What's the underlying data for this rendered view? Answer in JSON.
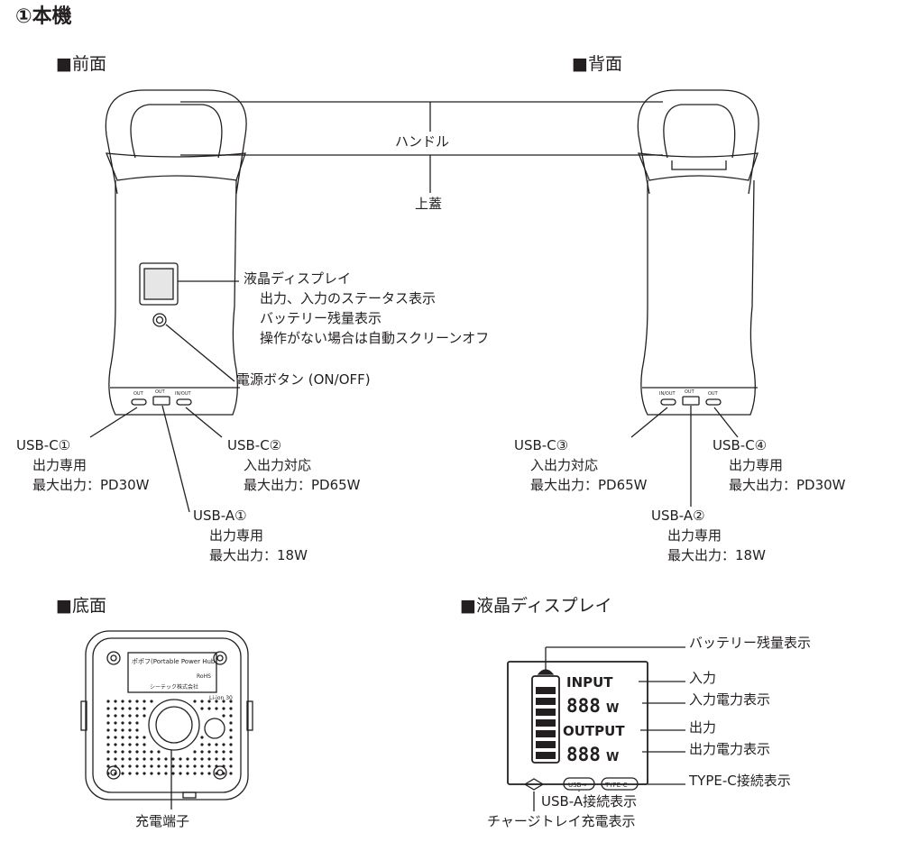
{
  "title": "①本機",
  "sections": {
    "front": "■前面",
    "back": "■背面",
    "bottom": "■底面",
    "lcd": "■液晶ディスプレイ"
  },
  "labels": {
    "handle": "ハンドル",
    "lid": "上蓋",
    "lcd_title": "液晶ディスプレイ",
    "lcd_line1": "出力、入力のステータス表示",
    "lcd_line2": "バッテリー残量表示",
    "lcd_line3": "操作がない場合は自動スクリーンオフ",
    "power_button": "電源ボタン (ON/OFF)",
    "charge_port": "充電端子"
  },
  "ports": {
    "usbc1": {
      "name": "USB-C①",
      "line1": "出力専用",
      "line2": "最大出力：PD30W"
    },
    "usbc2": {
      "name": "USB-C②",
      "line1": "入出力対応",
      "line2": "最大出力：PD65W"
    },
    "usba1": {
      "name": "USB-A①",
      "line1": "出力専用",
      "line2": "最大出力：18W"
    },
    "usbc3": {
      "name": "USB-C③",
      "line1": "入出力対応",
      "line2": "最大出力：PD65W"
    },
    "usbc4": {
      "name": "USB-C④",
      "line1": "出力専用",
      "line2": "最大出力：PD30W"
    },
    "usba2": {
      "name": "USB-A②",
      "line1": "出力専用",
      "line2": "最大出力：18W"
    }
  },
  "device_marks": {
    "out": "OUT",
    "inout": "IN/OUT"
  },
  "lcd_panel": {
    "input": "INPUT",
    "output": "OUTPUT",
    "digits": "888",
    "unit": "W",
    "usb_icon": "USB→",
    "typec_icon": "TYPE-C"
  },
  "lcd_callouts": {
    "battery": "バッテリー残量表示",
    "input": "入力",
    "input_power": "入力電力表示",
    "output": "出力",
    "output_power": "出力電力表示",
    "typec": "TYPE-C接続表示",
    "usba": "USB-A接続表示",
    "tray": "チャージトレイ充電表示"
  },
  "bottom_label": {
    "product": "ポポフ(Portable Power Hub)",
    "rohs": "RoHS",
    "liion": "Li-ion 30",
    "maker": "シーテック株式会社"
  }
}
